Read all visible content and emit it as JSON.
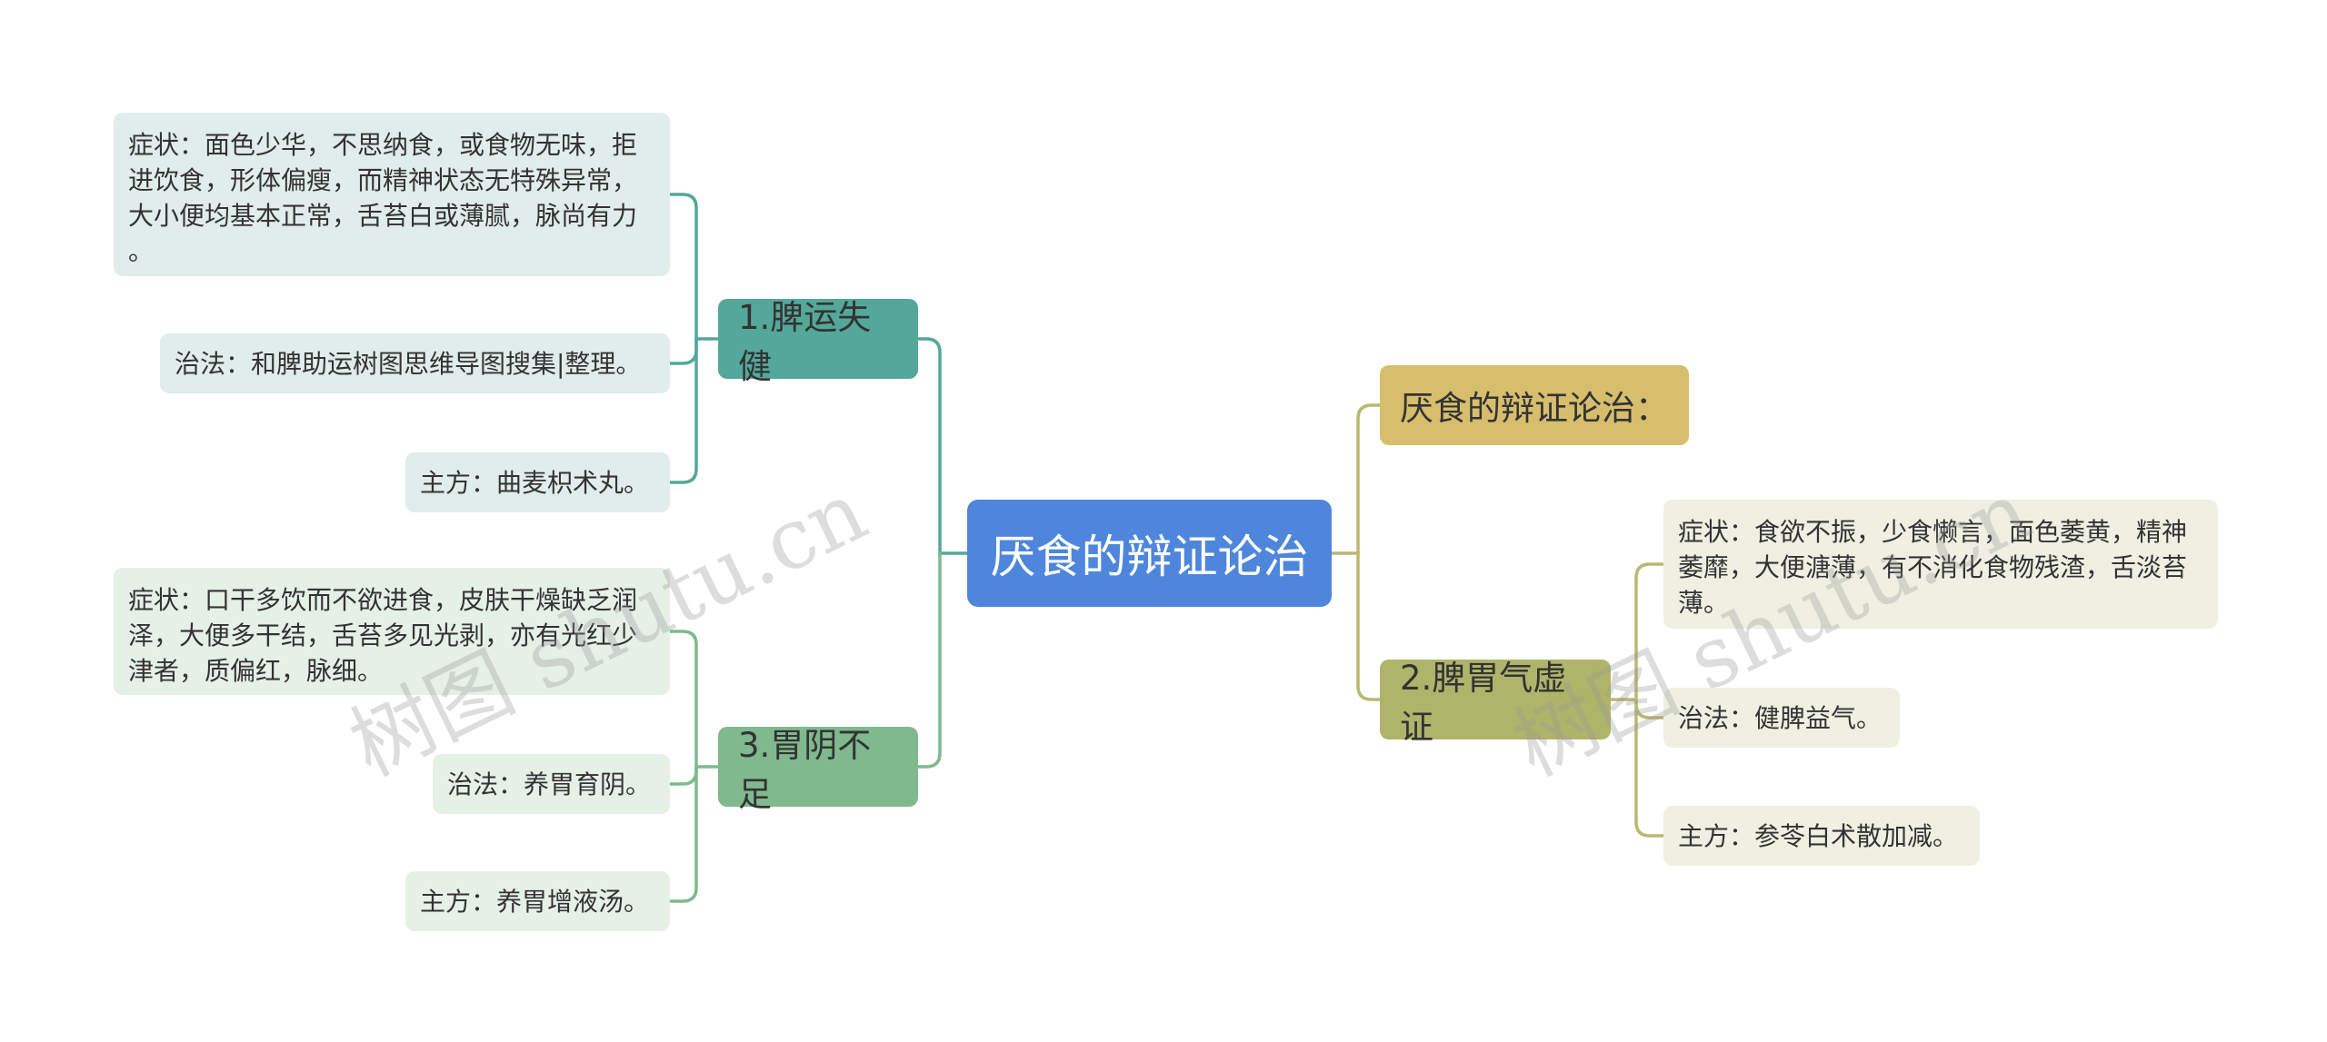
{
  "root": {
    "label": "厌食的辩证论治"
  },
  "branches": {
    "left1": {
      "label": "1.脾运失健",
      "color": "#53a89a",
      "leaves": [
        {
          "lines": [
            "症状：面色少华，不思纳食，或食物无味，拒",
            "进饮食，形体偏瘦，而精神状态无特殊异常，",
            "大小便均基本正常，舌苔白或薄腻，脉尚有力",
            "。"
          ]
        },
        {
          "lines": [
            "治法：和脾助运树图思维导图搜集|整理。"
          ]
        },
        {
          "lines": [
            "主方：曲麦枳术丸。"
          ]
        }
      ]
    },
    "left3": {
      "label": "3.胃阴不足",
      "color": "#7fb98d",
      "leaves": [
        {
          "lines": [
            "症状：口干多饮而不欲进食，皮肤干燥缺乏润",
            "泽，大便多干结，舌苔多见光剥，亦有光红少",
            "津者，质偏红，脉细。"
          ]
        },
        {
          "lines": [
            "治法：养胃育阴。"
          ]
        },
        {
          "lines": [
            "主方：养胃增液汤。"
          ]
        }
      ]
    },
    "rightHeading": {
      "label": "厌食的辩证论治：",
      "color": "#d6be6c"
    },
    "right2": {
      "label": "2.脾胃气虚证",
      "color": "#aeb56a",
      "leaves": [
        {
          "lines": [
            "症状：食欲不振，少食懒言，面色萎黄，精神",
            "萎靡，大便溏薄，有不消化食物残渣，舌淡苔",
            "薄。"
          ]
        },
        {
          "lines": [
            "治法：健脾益气。"
          ]
        },
        {
          "lines": [
            "主方：参苓白术散加减。"
          ]
        }
      ]
    }
  },
  "colors": {
    "root": "#4e86dc",
    "link_left1": "#53a89a",
    "link_left3": "#7fb98d",
    "link_right": "#b9b872"
  },
  "watermarks": [
    "树图 shutu.cn",
    "树图 shutu.cn"
  ]
}
